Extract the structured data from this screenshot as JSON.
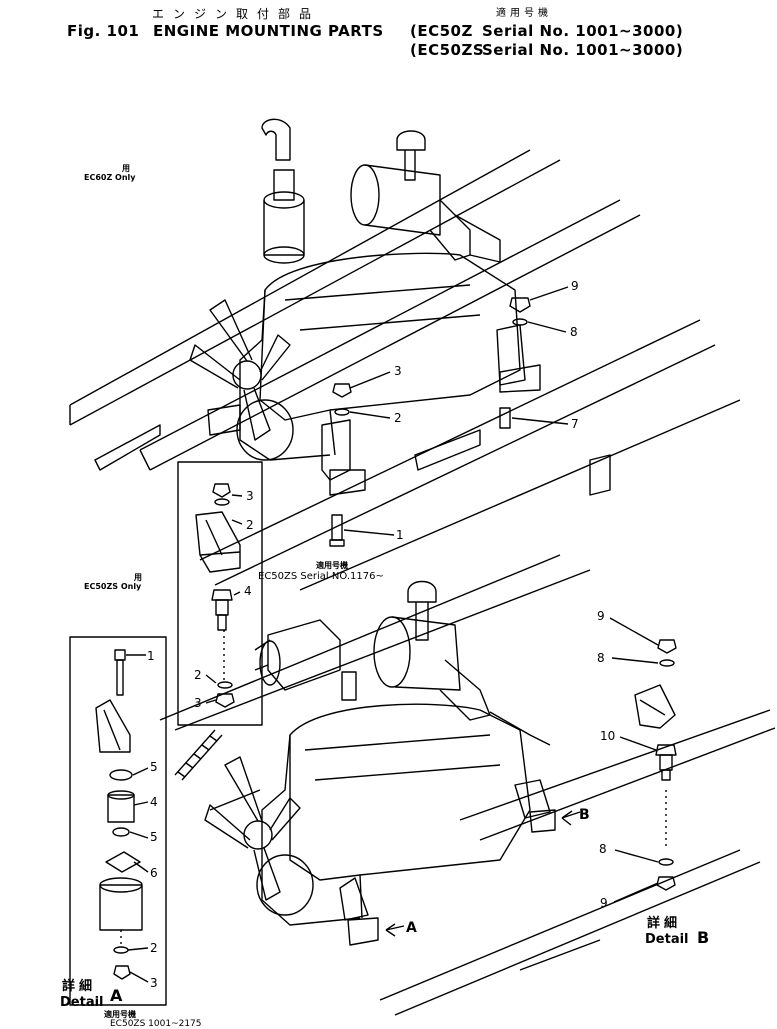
{
  "header": {
    "jp_title": "エンジン取付部品",
    "fig": "Fig. 101",
    "title": "ENGINE MOUNTING PARTS",
    "applicable_jp": "適用号機",
    "model1": "(EC50Z",
    "serial1": "Serial No. 1001~3000)",
    "model2": "(EC50ZS",
    "serial2": "Serial No. 1001~3000)"
  },
  "notes": {
    "ec60z_jp": "用",
    "ec60z": "EC60Z Only",
    "ec50zs_jp": "用",
    "ec50zs": "EC50ZS Only",
    "serial_jp": "適用号機",
    "serial_note": "EC50ZS Serial NO.1176~",
    "bottom_jp": "適用号機",
    "bottom_serial": "EC50ZS 1001~2175"
  },
  "callouts": {
    "c9_top": "9",
    "c8_top": "8",
    "c3_top": "3",
    "c2_top": "2",
    "c7": "7",
    "c1_top": "1",
    "d3a": "3",
    "d2a": "2",
    "d4": "4",
    "d2b": "2",
    "d3b": "3",
    "a1": "1",
    "a5a": "5",
    "a4": "4",
    "a5b": "5",
    "a6": "6",
    "a2": "2",
    "a3": "3",
    "b9a": "9",
    "b8a": "8",
    "b10": "10",
    "b8b": "8",
    "b9b": "9",
    "arrow_a": "A",
    "arrow_b": "B"
  },
  "details": {
    "detail_a_jp": "詳細",
    "detail_a": "Detail",
    "detail_a_letter": "A",
    "detail_b_jp": "詳細",
    "detail_b": "Detail",
    "detail_b_letter": "B"
  }
}
